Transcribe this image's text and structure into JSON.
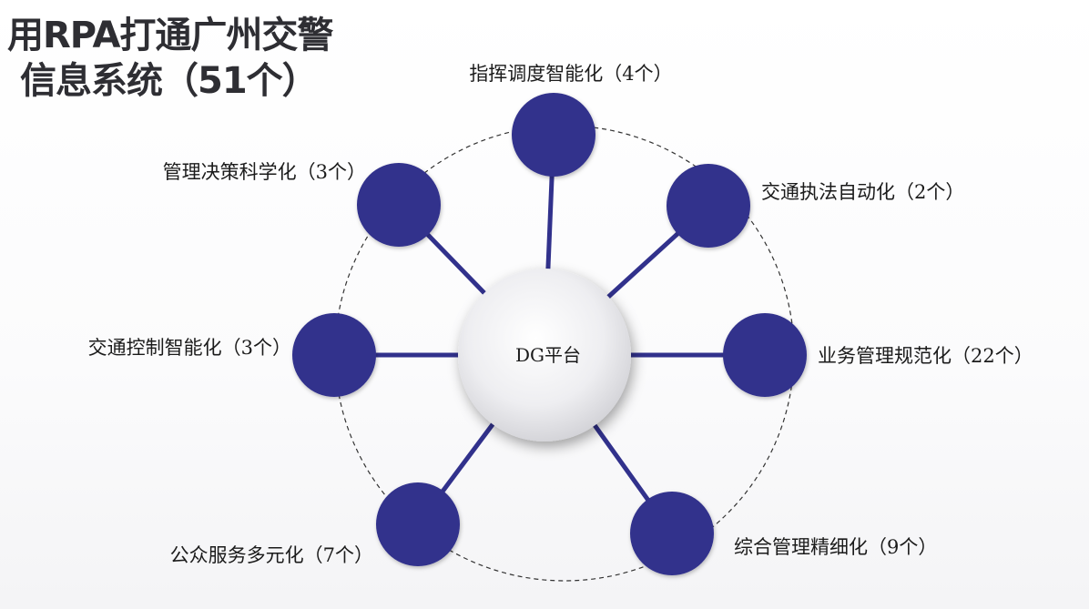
{
  "title": {
    "line1": "用RPA打通广州交警",
    "line2": "信息系统（51个）"
  },
  "center": {
    "label": "DG平台"
  },
  "nodes": [
    {
      "label": "指挥调度智能化（4个）"
    },
    {
      "label": "交通执法自动化（2个）"
    },
    {
      "label": "业务管理规范化（22个）"
    },
    {
      "label": "综合管理精细化（9个）"
    },
    {
      "label": "公众服务多元化（7个）"
    },
    {
      "label": "交通控制智能化（3个）"
    },
    {
      "label": "管理决策科学化（3个）"
    }
  ],
  "colors": {
    "node_fill": "#31318c",
    "spoke": "#31318c",
    "ring": "#333333",
    "title": "#2e2e33"
  }
}
